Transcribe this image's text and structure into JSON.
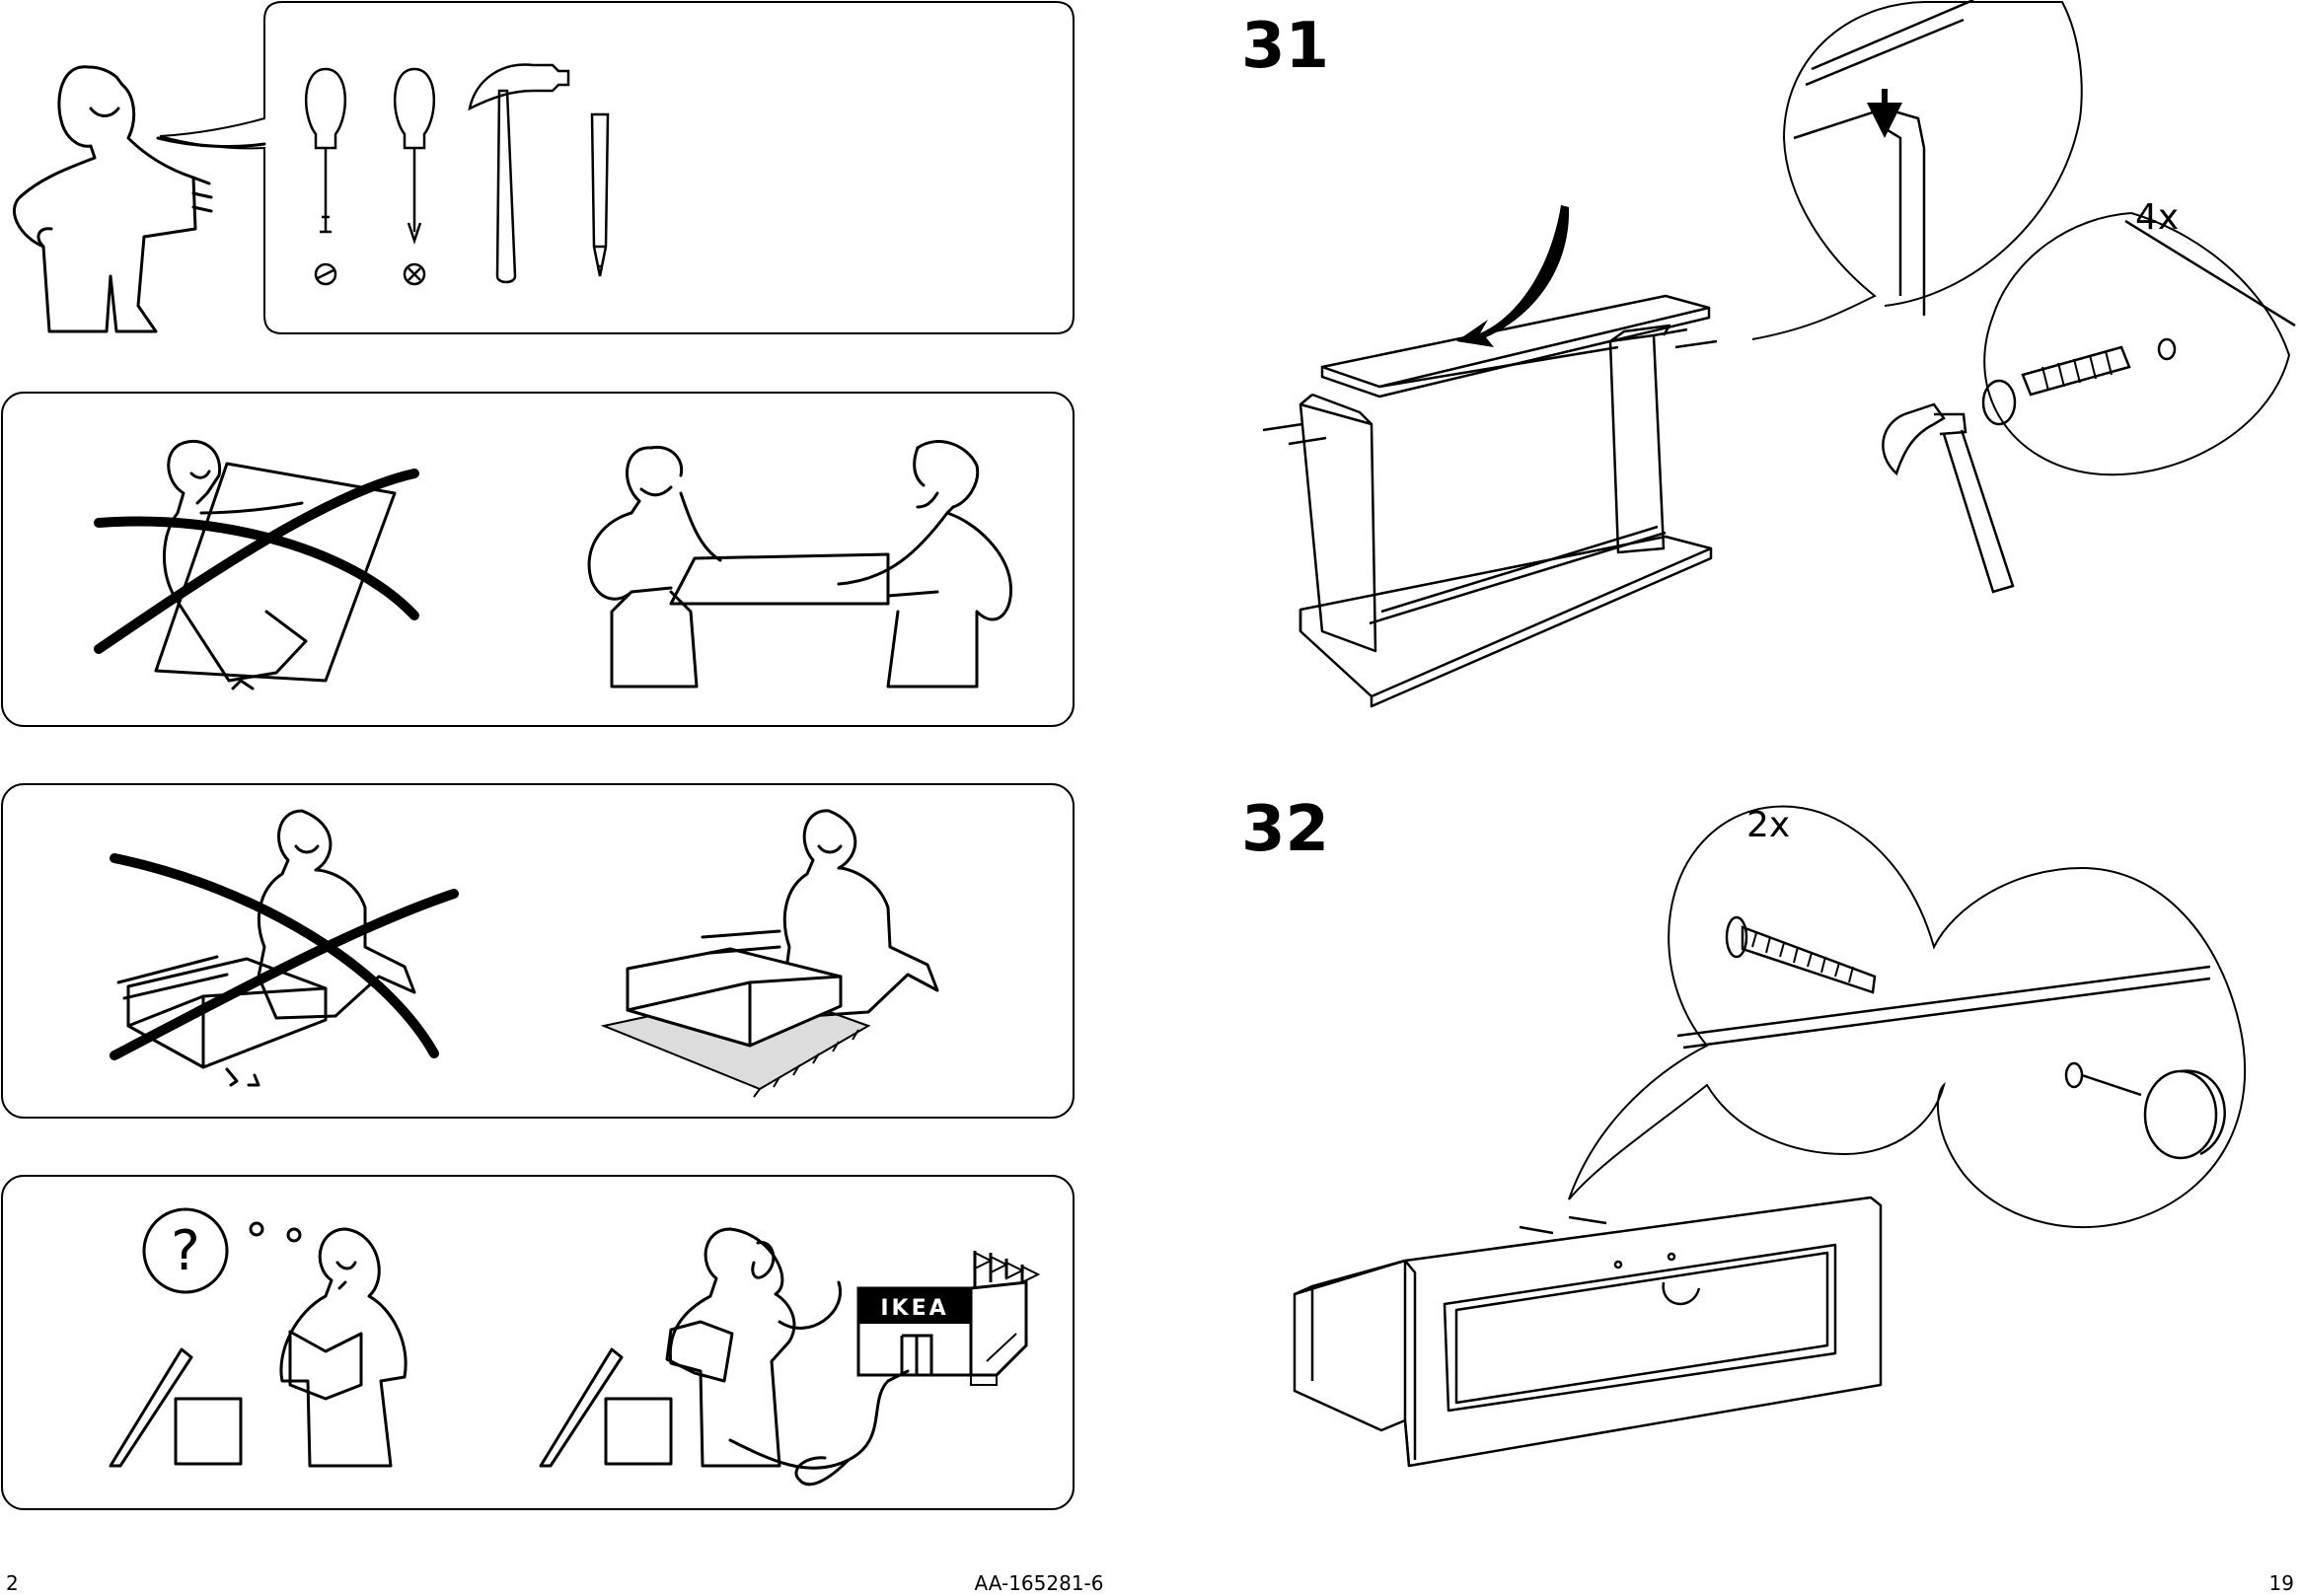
{
  "left_page": {
    "page_number": "2",
    "panels": [
      {
        "topic": "tools",
        "tool_icons": [
          "flathead-screwdriver-icon",
          "phillips-screwdriver-icon",
          "hammer-icon",
          "pencil-icon"
        ]
      },
      {
        "topic": "two-person-lift",
        "wrong_example": true,
        "right_example": true
      },
      {
        "topic": "assemble-on-soft-surface",
        "wrong_example": true,
        "right_example": true
      },
      {
        "topic": "questions-contact-store",
        "question_mark": "?",
        "store_sign": "IKEA"
      }
    ]
  },
  "document_code": "AA-165281-6",
  "right_page": {
    "page_number": "19",
    "steps": [
      {
        "number": "31",
        "callout_quantity": "4x"
      },
      {
        "number": "32",
        "callout_quantity": "2x"
      }
    ]
  },
  "colors": {
    "ink": "#000000",
    "paper": "#ffffff",
    "rug": "#dcdcdc"
  }
}
